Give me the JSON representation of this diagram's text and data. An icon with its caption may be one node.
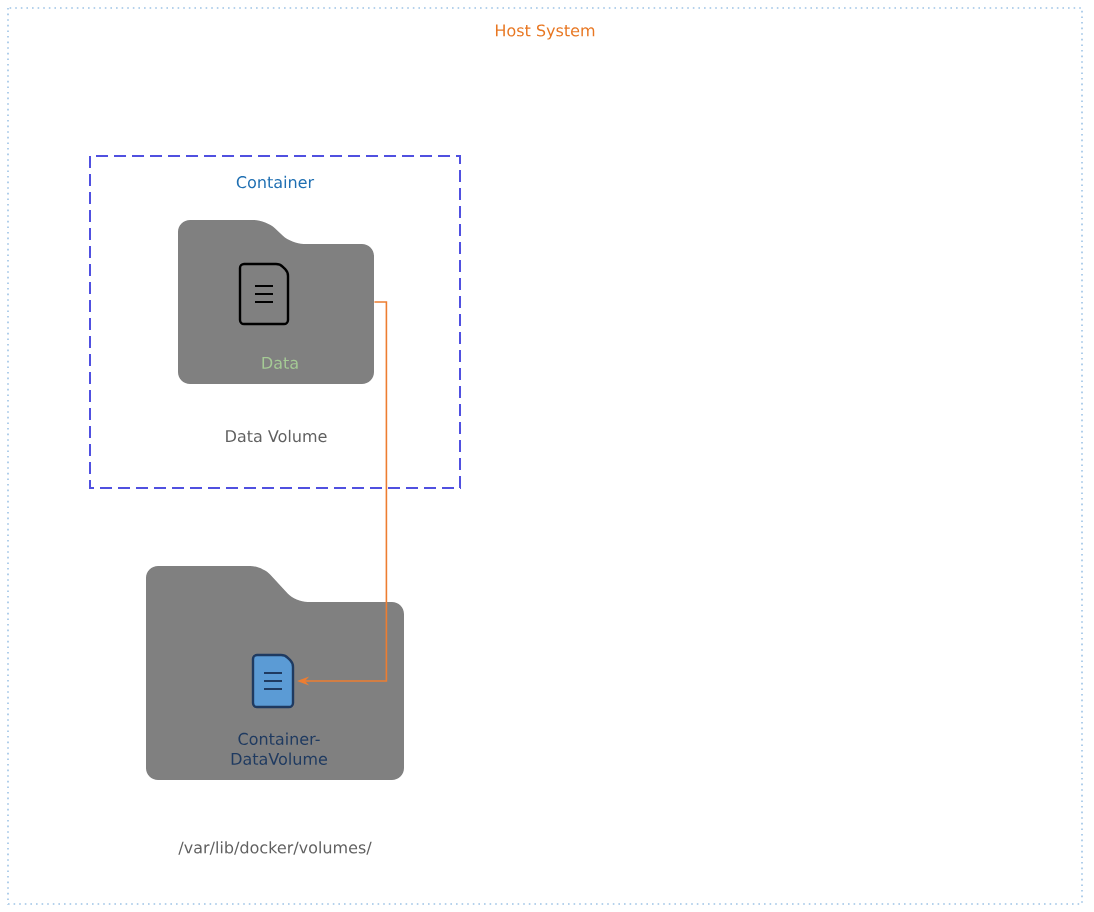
{
  "diagram": {
    "nodes": [
      {
        "text": [
          "Host System"
        ]
      },
      {
        "text": [
          "Container"
        ],
        "in": 0
      },
      {
        "text": [
          "Data"
        ],
        "in": 1,
        "beside": [
          "Data Volume"
        ]
      },
      {
        "text": [
          "Container-DataVolume"
        ],
        "in": 0,
        "beside": [
          "/var/lib/docker/volumes/"
        ]
      }
    ],
    "edges": [
      {
        "from": 2,
        "to": 3,
        "arrow": "to",
        "color": "#ed7d31"
      }
    ]
  }
}
